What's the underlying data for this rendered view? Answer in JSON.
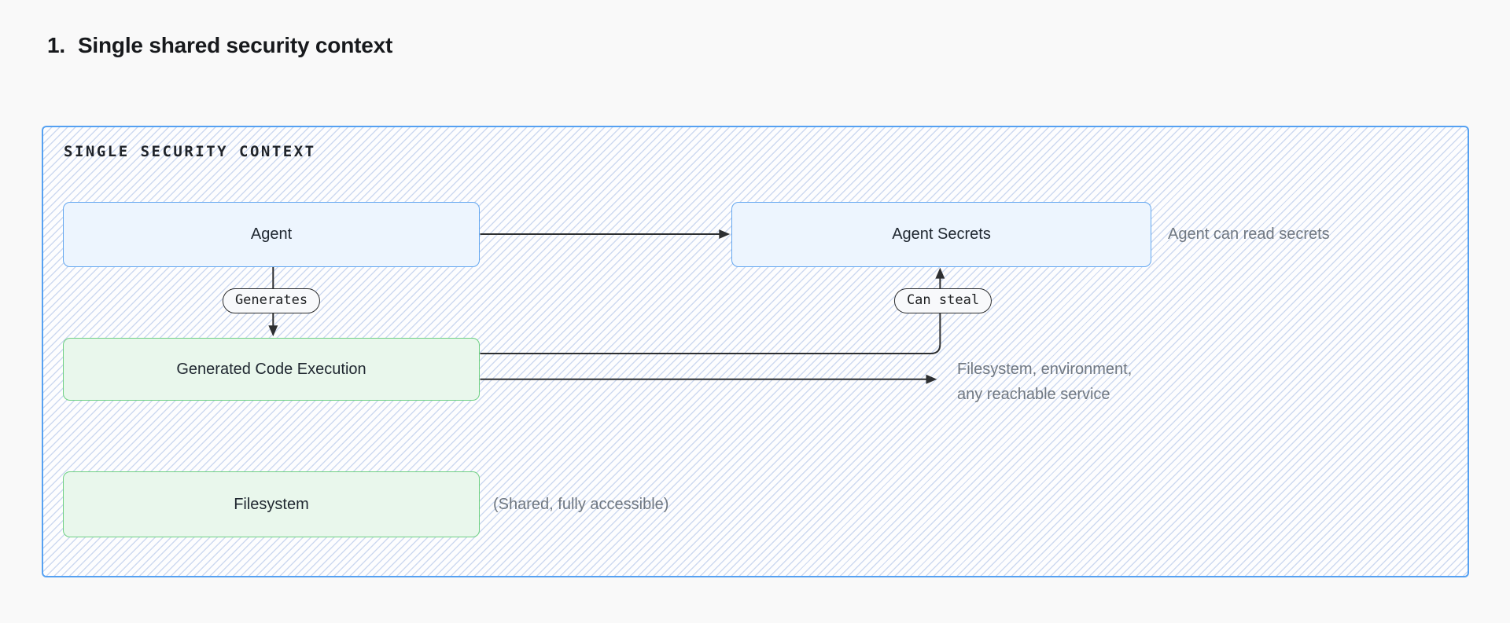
{
  "heading": {
    "number": "1.",
    "title": "Single shared security context"
  },
  "diagram": {
    "container_label": "SINGLE SECURITY CONTEXT",
    "colors": {
      "container_border": "#55a1f2",
      "hatch_stripe": "#cdd9f0",
      "blue_box_fill": "#edf5fe",
      "blue_box_border": "#64a7f0",
      "green_box_fill": "#e9f7ec",
      "green_box_border": "#6ed084",
      "line_color": "#2d2f31",
      "annotation_text": "#6f7781"
    },
    "nodes": {
      "agent": {
        "label": "Agent"
      },
      "agent_secrets": {
        "label": "Agent Secrets"
      },
      "generated_code": {
        "label": "Generated Code Execution"
      },
      "filesystem": {
        "label": "Filesystem"
      }
    },
    "edge_labels": {
      "generates": "Generates",
      "can_steal": "Can steal"
    },
    "annotations": {
      "read_secrets": "Agent can read secrets",
      "reachable_line1": "Filesystem, environment,",
      "reachable_line2": "any reachable service",
      "shared": "(Shared, fully accessible)"
    }
  }
}
